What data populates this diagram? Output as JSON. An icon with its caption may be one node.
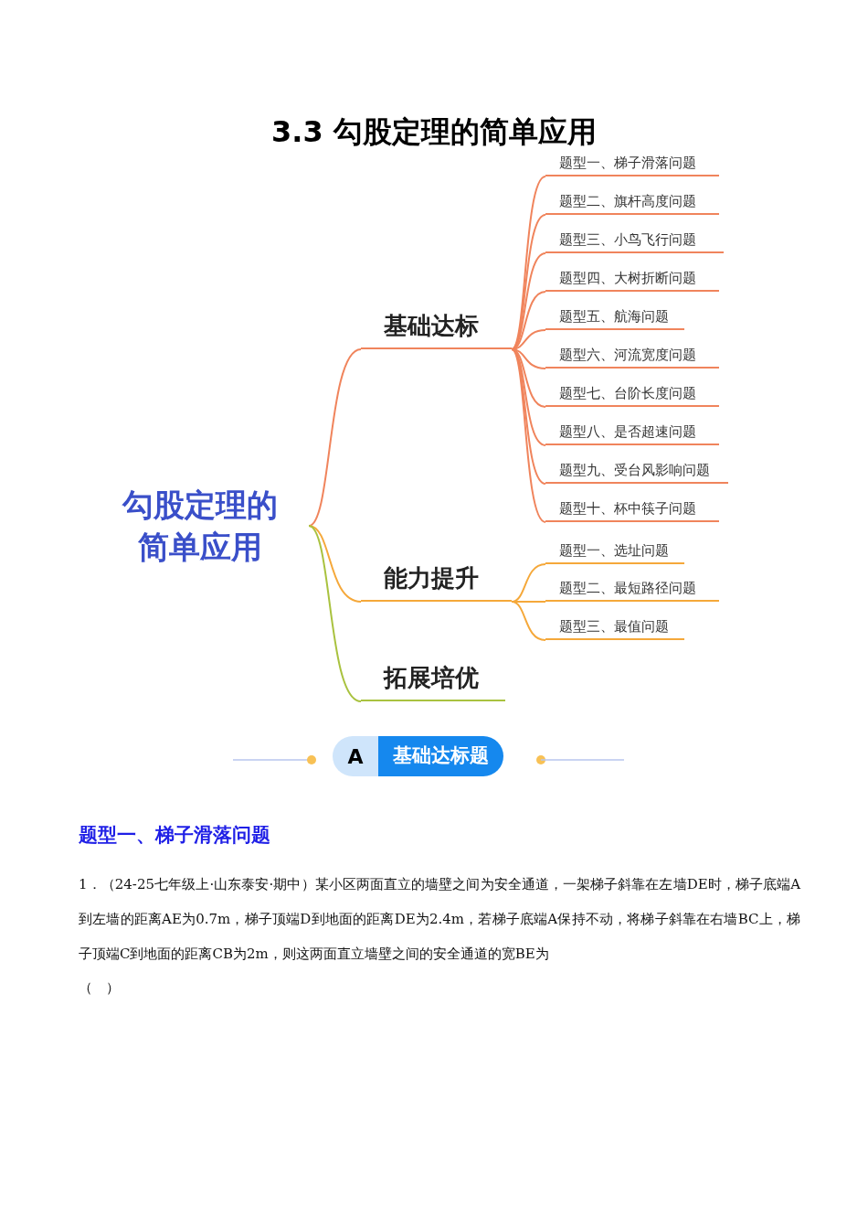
{
  "diagram": {
    "title": "3.3 勾股定理的简单应用",
    "nodes": [
      {
        "text": [
          "勾股定理的简单应用"
        ]
      },
      {
        "text": [
          "基础达标"
        ]
      },
      {
        "text": [
          "题型一、梯子滑落问题"
        ]
      },
      {
        "text": [
          "题型二、旗杆高度问题"
        ]
      },
      {
        "text": [
          "题型三、小鸟飞行问题"
        ]
      },
      {
        "text": [
          "题型四、大树折断问题"
        ]
      },
      {
        "text": [
          "题型五、航海问题"
        ]
      },
      {
        "text": [
          "题型六、河流宽度问题"
        ]
      },
      {
        "text": [
          "题型七、台阶长度问题"
        ]
      },
      {
        "text": [
          "题型八、是否超速问题"
        ]
      },
      {
        "text": [
          "题型九、受台风影响问题"
        ]
      },
      {
        "text": [
          "题型十、杯中筷子问题"
        ]
      },
      {
        "text": [
          "能力提升"
        ]
      },
      {
        "text": [
          "题型一、选址问题"
        ]
      },
      {
        "text": [
          "题型二、最短路径问题"
        ]
      },
      {
        "text": [
          "题型三、最值问题"
        ]
      },
      {
        "text": [
          "拓展培优"
        ]
      }
    ],
    "edges": [
      {
        "from": 0,
        "to": 1,
        "arrow": "none"
      },
      {
        "from": 0,
        "to": 12,
        "arrow": "none",
        "color": "#f5a83a"
      },
      {
        "from": 0,
        "to": 16,
        "arrow": "none",
        "color": "#a9c23f"
      },
      {
        "from": 1,
        "to": 2,
        "arrow": "none"
      },
      {
        "from": 1,
        "to": 3,
        "arrow": "none"
      },
      {
        "from": 1,
        "to": 4,
        "arrow": "none"
      },
      {
        "from": 1,
        "to": 5,
        "arrow": "none"
      },
      {
        "from": 1,
        "to": 6,
        "arrow": "none"
      },
      {
        "from": 1,
        "to": 7,
        "arrow": "none"
      },
      {
        "from": 1,
        "to": 8,
        "arrow": "none"
      },
      {
        "from": 1,
        "to": 9,
        "arrow": "none"
      },
      {
        "from": 1,
        "to": 10,
        "arrow": "none"
      },
      {
        "from": 1,
        "to": 11,
        "arrow": "none"
      },
      {
        "from": 12,
        "to": 13,
        "arrow": "none",
        "color": "#f5a83a"
      },
      {
        "from": 12,
        "to": 14,
        "arrow": "none",
        "color": "#f5a83a"
      },
      {
        "from": 12,
        "to": 15,
        "arrow": "none",
        "color": "#f5a83a"
      }
    ],
    "labels": [
      "A",
      "基础达标题",
      "题型一、梯子滑落问题",
      "1．（24-25七年级上·山东泰安·期中）某小区两面直立的墙壁之间为安全通道，一架梯子斜靠在左墙DE时，梯子底端A到左墙的距离AE为0.7m，梯子顶端D到地面的距离DE为2.4m，若梯子底端A保持不动，将梯子斜靠在右墙BC上，梯子顶端C到地面的距离CB为2m，则这两面直立墙壁之间的安全通道的宽BE为",
      "（　）"
    ]
  }
}
